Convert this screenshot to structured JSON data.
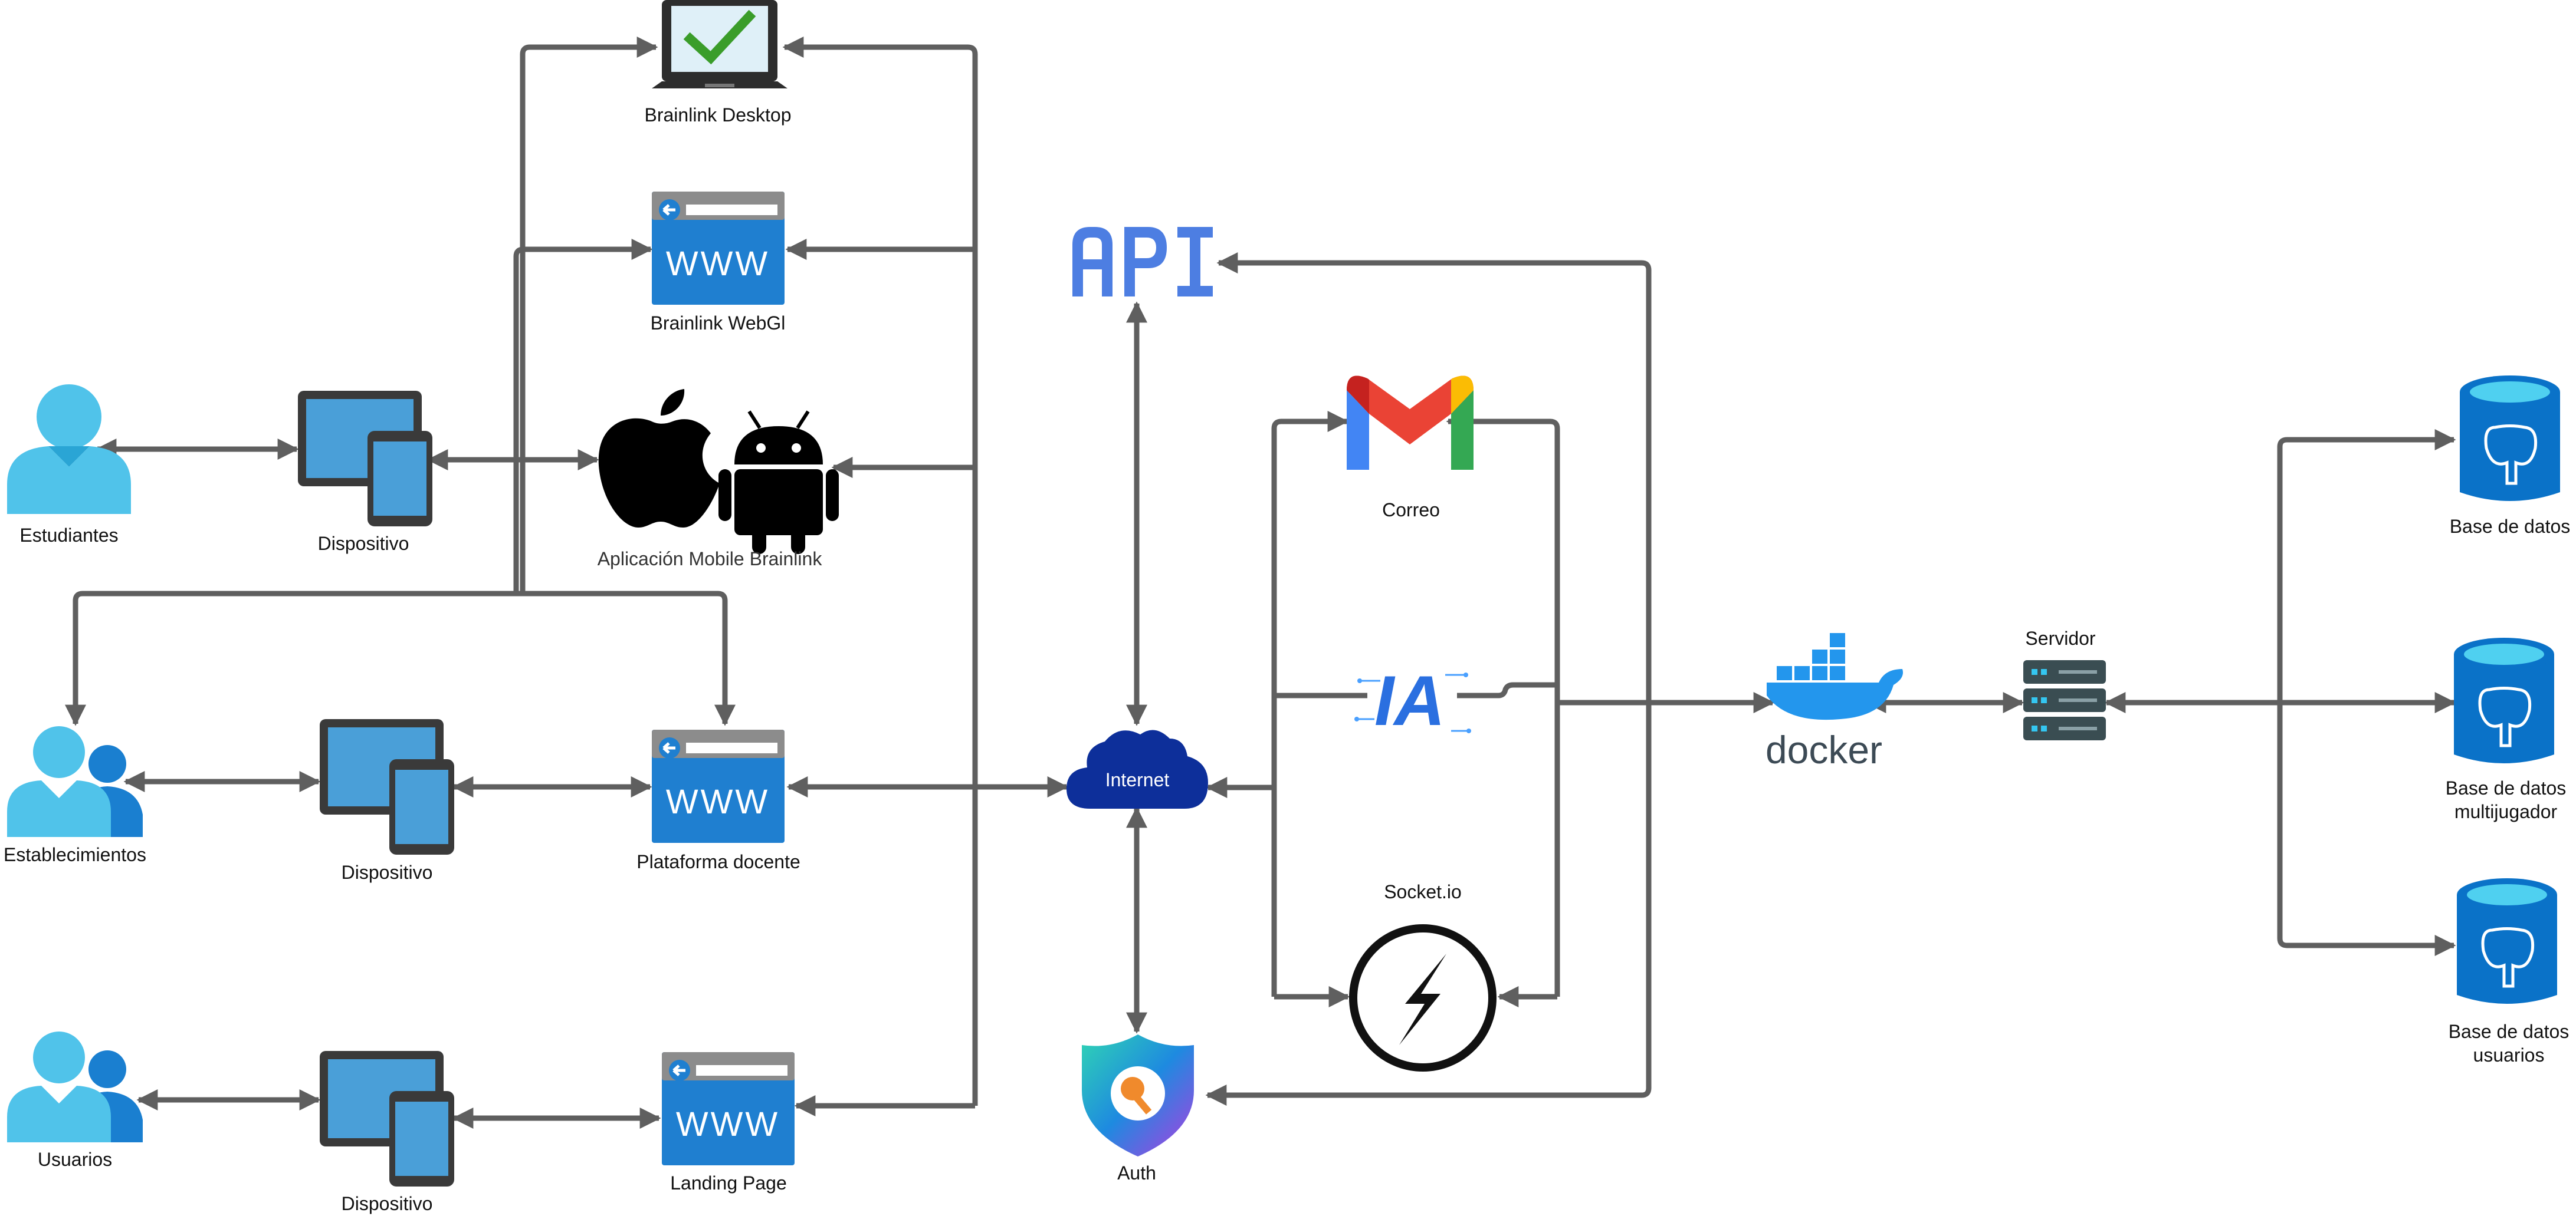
{
  "labels": {
    "brainlink_desktop": "Brainlink Desktop",
    "brainlink_webgl": "Brainlink WebGl",
    "estudiantes": "Estudiantes",
    "dispositivo_1": "Dispositivo",
    "dispositivo_2": "Dispositivo",
    "dispositivo_3": "Dispositivo",
    "aplicacion_mobile": "Aplicación Mobile Brainlink",
    "establecimientos": "Establecimientos",
    "plataforma_docente": "Plataforma docente",
    "usuarios": "Usuarios",
    "landing_page": "Landing Page",
    "api": "API",
    "internet": "Internet",
    "auth": "Auth",
    "correo": "Correo",
    "ia": "IA",
    "socketio": "Socket.io",
    "docker": "docker",
    "servidor": "Servidor",
    "base_datos": "Base de datos",
    "base_datos_multijugador_1": "Base de datos",
    "base_datos_multijugador_2": "multijugador",
    "base_datos_usuarios_1": "Base de datos",
    "base_datos_usuarios_2": "usuarios",
    "www": "WWW"
  },
  "colors": {
    "line": "#5f5f5f",
    "user_light": "#50c3ea",
    "user_dark": "#1a7fd0",
    "web_blue": "#1f7fd0",
    "web_grey": "#8c8c8c",
    "api_blue": "#4d7ee2",
    "internet_navy": "#0d2f9a",
    "db_blue": "#0a72c8",
    "db_cyan": "#4fd0f0",
    "docker_blue": "#2396ed",
    "server_dark": "#3a4d52"
  },
  "icons": [
    "laptop-check-icon",
    "web-page-icon",
    "user-icon",
    "user-group-icon",
    "device-icon",
    "apple-icon",
    "android-icon",
    "api-icon",
    "cloud-icon",
    "shield-key-icon",
    "gmail-icon",
    "ia-icon",
    "socketio-icon",
    "docker-icon",
    "server-icon",
    "database-icon"
  ]
}
